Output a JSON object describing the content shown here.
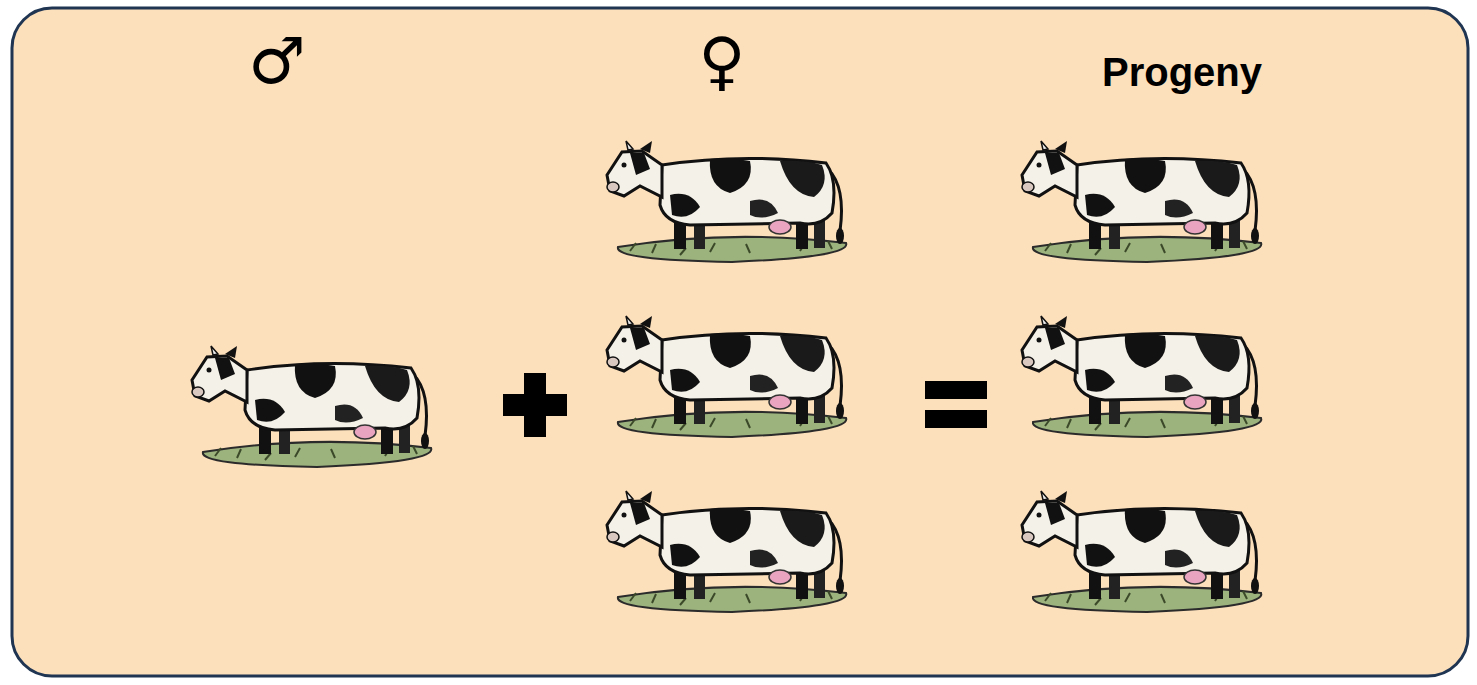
{
  "diagram": {
    "labels": [
      "♂",
      "♀",
      "Progeny"
    ]
  }
}
